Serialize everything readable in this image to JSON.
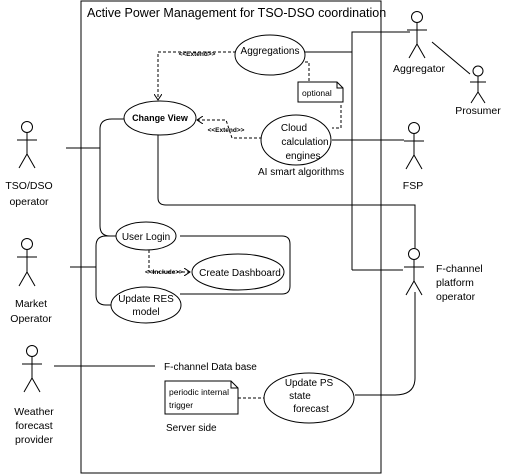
{
  "system": {
    "title": "Active Power Management for TSO-DSO coordination",
    "server_side_label": "Server side",
    "database_label": "F-channel Data base"
  },
  "use_cases": {
    "aggregations": "Aggregations",
    "change_view": "Change View",
    "cloud_engines": [
      "Cloud",
      "calculation",
      "engines"
    ],
    "ai_label": "AI smart algorithms",
    "user_login": "User Login",
    "create_dashboard": "Create Dashboard",
    "update_res": [
      "Update RES",
      "model"
    ],
    "update_ps": [
      "Update PS",
      "state",
      "forecast"
    ]
  },
  "stereotypes": {
    "extend": "<<Extend>>",
    "include": "<<Include>>"
  },
  "notes": {
    "optional": "optional",
    "periodic": [
      "periodic internal",
      "trigger"
    ]
  },
  "actors": {
    "tso_dso": [
      "TSO/DSO",
      "operator"
    ],
    "market": [
      "Market",
      "Operator"
    ],
    "weather": [
      "Weather",
      "forecast",
      "provider"
    ],
    "aggregator": [
      "Aggregator"
    ],
    "prosumer": [
      "Prosumer"
    ],
    "fsp": [
      "FSP"
    ],
    "fchannel": [
      "F-channel",
      "platform",
      "operator"
    ]
  }
}
